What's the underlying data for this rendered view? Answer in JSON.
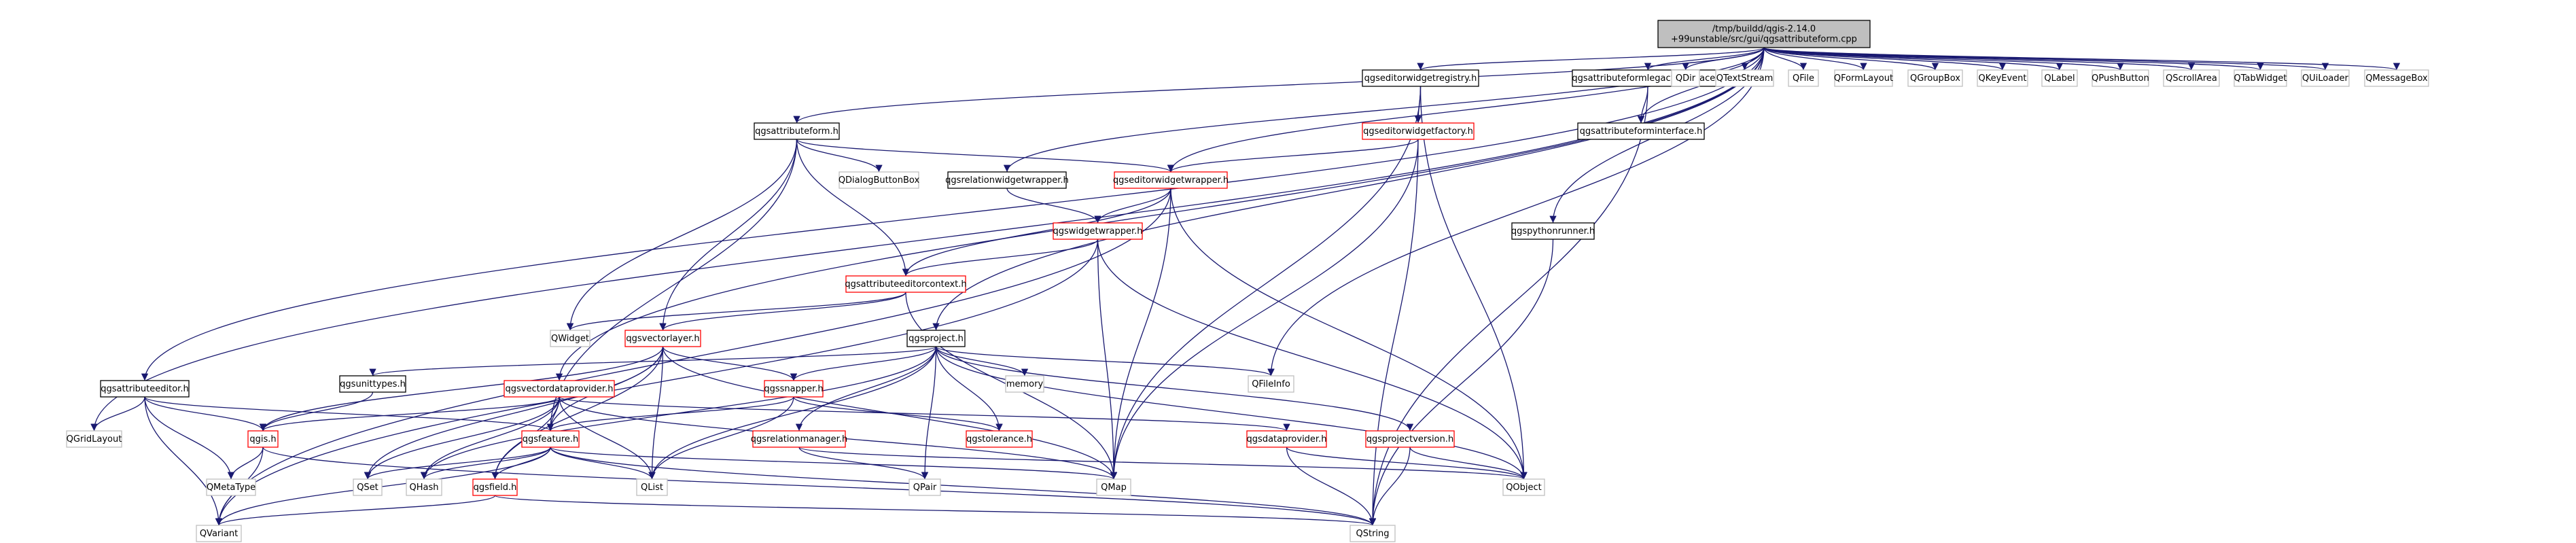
{
  "graph": {
    "root": "/tmp/buildd/qgis-2.14.0\n+99unstable/src/gui/qgsattributeform.cpp",
    "colors": {
      "edge": "#191970",
      "root_fill": "#bfbfbf",
      "root_border": "#000000",
      "documented_border": "#000000",
      "undocumented_border": "#ff0000",
      "external_border": "#bfbfbf",
      "text": "#000000"
    },
    "nodes": [
      {
        "id": "root",
        "label": "/tmp/buildd/qgis-2.14.0\n+99unstable/src/gui/qgsattributeform.cpp",
        "kind": "root"
      },
      {
        "id": "qgsattributeform_h",
        "label": "qgsattributeform.h",
        "kind": "documented"
      },
      {
        "id": "qgseditorwidgetregistry_h",
        "label": "qgseditorwidgetregistry.h",
        "kind": "documented"
      },
      {
        "id": "qgsattributeformlegacyinterface_h",
        "label": "qgsattributeformlegacyinterface.h",
        "kind": "documented"
      },
      {
        "id": "QDir",
        "label": "QDir",
        "kind": "external"
      },
      {
        "id": "QTextStream",
        "label": "QTextStream",
        "kind": "external"
      },
      {
        "id": "QFile",
        "label": "QFile",
        "kind": "external"
      },
      {
        "id": "QFormLayout",
        "label": "QFormLayout",
        "kind": "external"
      },
      {
        "id": "QGroupBox",
        "label": "QGroupBox",
        "kind": "external"
      },
      {
        "id": "QKeyEvent",
        "label": "QKeyEvent",
        "kind": "external"
      },
      {
        "id": "QLabel",
        "label": "QLabel",
        "kind": "external"
      },
      {
        "id": "QPushButton",
        "label": "QPushButton",
        "kind": "external"
      },
      {
        "id": "QScrollArea",
        "label": "QScrollArea",
        "kind": "external"
      },
      {
        "id": "QTabWidget",
        "label": "QTabWidget",
        "kind": "external"
      },
      {
        "id": "QUiLoader",
        "label": "QUiLoader",
        "kind": "external"
      },
      {
        "id": "QMessageBox",
        "label": "QMessageBox",
        "kind": "external"
      },
      {
        "id": "qgseditorwidgetfactory_h",
        "label": "qgseditorwidgetfactory.h",
        "kind": "undocumented"
      },
      {
        "id": "qgsattributeforminterface_h",
        "label": "qgsattributeforminterface.h",
        "kind": "documented"
      },
      {
        "id": "QDialogButtonBox",
        "label": "QDialogButtonBox",
        "kind": "external"
      },
      {
        "id": "qgsrelationwidgetwrapper_h",
        "label": "qgsrelationwidgetwrapper.h",
        "kind": "documented"
      },
      {
        "id": "qgseditorwidgetwrapper_h",
        "label": "qgseditorwidgetwrapper.h",
        "kind": "undocumented"
      },
      {
        "id": "qgswidgetwrapper_h",
        "label": "qgswidgetwrapper.h",
        "kind": "undocumented"
      },
      {
        "id": "qgspythonrunner_h",
        "label": "qgspythonrunner.h",
        "kind": "documented"
      },
      {
        "id": "qgsattributeeditorcontext_h",
        "label": "qgsattributeeditorcontext.h",
        "kind": "undocumented"
      },
      {
        "id": "QWidget",
        "label": "QWidget",
        "kind": "external"
      },
      {
        "id": "qgsvectorlayer_h",
        "label": "qgsvectorlayer.h",
        "kind": "undocumented"
      },
      {
        "id": "qgsproject_h",
        "label": "qgsproject.h",
        "kind": "documented"
      },
      {
        "id": "qgsunittypes_h",
        "label": "qgsunittypes.h",
        "kind": "documented"
      },
      {
        "id": "memory",
        "label": "memory",
        "kind": "external"
      },
      {
        "id": "QFileInfo",
        "label": "QFileInfo",
        "kind": "external"
      },
      {
        "id": "qgsattributeeditor_h",
        "label": "qgsattributeeditor.h",
        "kind": "documented"
      },
      {
        "id": "qgsvectordataprovider_h",
        "label": "qgsvectordataprovider.h",
        "kind": "undocumented"
      },
      {
        "id": "qgssnapper_h",
        "label": "qgssnapper.h",
        "kind": "undocumented"
      },
      {
        "id": "QGridLayout",
        "label": "QGridLayout",
        "kind": "external"
      },
      {
        "id": "qgis_h",
        "label": "qgis.h",
        "kind": "undocumented"
      },
      {
        "id": "qgsfeature_h",
        "label": "qgsfeature.h",
        "kind": "undocumented"
      },
      {
        "id": "qgsrelationmanager_h",
        "label": "qgsrelationmanager.h",
        "kind": "undocumented"
      },
      {
        "id": "qgstolerance_h",
        "label": "qgstolerance.h",
        "kind": "undocumented"
      },
      {
        "id": "qgsdataprovider_h",
        "label": "qgsdataprovider.h",
        "kind": "undocumented"
      },
      {
        "id": "qgsprojectversion_h",
        "label": "qgsprojectversion.h",
        "kind": "undocumented"
      },
      {
        "id": "QMetaType",
        "label": "QMetaType",
        "kind": "external"
      },
      {
        "id": "QSet",
        "label": "QSet",
        "kind": "external"
      },
      {
        "id": "QHash",
        "label": "QHash",
        "kind": "external"
      },
      {
        "id": "qgsfield_h",
        "label": "qgsfield.h",
        "kind": "undocumented"
      },
      {
        "id": "QList",
        "label": "QList",
        "kind": "external"
      },
      {
        "id": "QPair",
        "label": "QPair",
        "kind": "external"
      },
      {
        "id": "QMap",
        "label": "QMap",
        "kind": "external"
      },
      {
        "id": "QObject",
        "label": "QObject",
        "kind": "external"
      },
      {
        "id": "QVariant",
        "label": "QVariant",
        "kind": "external"
      },
      {
        "id": "QString",
        "label": "QString",
        "kind": "external"
      }
    ],
    "edges": [
      [
        "root",
        "qgsattributeform_h"
      ],
      [
        "root",
        "qgseditorwidgetregistry_h"
      ],
      [
        "root",
        "qgsattributeformlegacyinterface_h"
      ],
      [
        "root",
        "QDir"
      ],
      [
        "root",
        "QTextStream"
      ],
      [
        "root",
        "QFile"
      ],
      [
        "root",
        "QFormLayout"
      ],
      [
        "root",
        "QGroupBox"
      ],
      [
        "root",
        "QKeyEvent"
      ],
      [
        "root",
        "QLabel"
      ],
      [
        "root",
        "QPushButton"
      ],
      [
        "root",
        "QScrollArea"
      ],
      [
        "root",
        "QTabWidget"
      ],
      [
        "root",
        "QUiLoader"
      ],
      [
        "root",
        "QMessageBox"
      ],
      [
        "root",
        "qgsrelationwidgetwrapper_h"
      ],
      [
        "root",
        "qgseditorwidgetwrapper_h"
      ],
      [
        "root",
        "qgspythonrunner_h"
      ],
      [
        "root",
        "qgsproject_h"
      ],
      [
        "root",
        "QFileInfo"
      ],
      [
        "root",
        "qgsattributeeditor_h"
      ],
      [
        "root",
        "qgsvectordataprovider_h"
      ],
      [
        "root",
        "QGridLayout"
      ],
      [
        "root",
        "qgsattributeforminterface_h"
      ],
      [
        "qgsattributeform_h",
        "qgseditorwidgetwrapper_h"
      ],
      [
        "qgsattributeform_h",
        "QDialogButtonBox"
      ],
      [
        "qgsattributeform_h",
        "qgsattributeeditorcontext_h"
      ],
      [
        "qgsattributeform_h",
        "QWidget"
      ],
      [
        "qgsattributeform_h",
        "qgsvectorlayer_h"
      ],
      [
        "qgsattributeform_h",
        "qgsfeature_h"
      ],
      [
        "qgseditorwidgetregistry_h",
        "qgseditorwidgetfactory_h"
      ],
      [
        "qgseditorwidgetregistry_h",
        "QObject"
      ],
      [
        "qgseditorwidgetregistry_h",
        "QMap"
      ],
      [
        "qgsattributeformlegacyinterface_h",
        "qgsattributeforminterface_h"
      ],
      [
        "qgsattributeformlegacyinterface_h",
        "QString"
      ],
      [
        "qgseditorwidgetfactory_h",
        "qgseditorwidgetwrapper_h"
      ],
      [
        "qgseditorwidgetfactory_h",
        "QString"
      ],
      [
        "qgseditorwidgetfactory_h",
        "QMap"
      ],
      [
        "qgsrelationwidgetwrapper_h",
        "qgswidgetwrapper_h"
      ],
      [
        "qgseditorwidgetwrapper_h",
        "qgswidgetwrapper_h"
      ],
      [
        "qgseditorwidgetwrapper_h",
        "QObject"
      ],
      [
        "qgseditorwidgetwrapper_h",
        "QMap"
      ],
      [
        "qgseditorwidgetwrapper_h",
        "QVariant"
      ],
      [
        "qgseditorwidgetwrapper_h",
        "qgsattributeeditorcontext_h"
      ],
      [
        "qgswidgetwrapper_h",
        "qgsattributeeditorcontext_h"
      ],
      [
        "qgswidgetwrapper_h",
        "QMap"
      ],
      [
        "qgswidgetwrapper_h",
        "QObject"
      ],
      [
        "qgswidgetwrapper_h",
        "QVariant"
      ],
      [
        "qgspythonrunner_h",
        "QString"
      ],
      [
        "qgsattributeeditorcontext_h",
        "qgsvectorlayer_h"
      ],
      [
        "qgsattributeeditorcontext_h",
        "QMap"
      ],
      [
        "qgsattributeeditorcontext_h",
        "QWidget"
      ],
      [
        "qgsvectorlayer_h",
        "qgssnapper_h"
      ],
      [
        "qgsvectorlayer_h",
        "qgsfeature_h"
      ],
      [
        "qgsvectorlayer_h",
        "QSet"
      ],
      [
        "qgsvectorlayer_h",
        "QList"
      ],
      [
        "qgsvectorlayer_h",
        "qgis_h"
      ],
      [
        "qgsvectorlayer_h",
        "qgsfield_h"
      ],
      [
        "qgsvectorlayer_h",
        "QMap"
      ],
      [
        "qgsproject_h",
        "qgsunittypes_h"
      ],
      [
        "qgsproject_h",
        "memory"
      ],
      [
        "qgsproject_h",
        "QFileInfo"
      ],
      [
        "qgsproject_h",
        "qgssnapper_h"
      ],
      [
        "qgsproject_h",
        "qgstolerance_h"
      ],
      [
        "qgsproject_h",
        "qgsrelationmanager_h"
      ],
      [
        "qgsproject_h",
        "qgsprojectversion_h"
      ],
      [
        "qgsproject_h",
        "QObject"
      ],
      [
        "qgsproject_h",
        "QHash"
      ],
      [
        "qgsproject_h",
        "QList"
      ],
      [
        "qgsproject_h",
        "QPair"
      ],
      [
        "qgsunittypes_h",
        "qgis_h"
      ],
      [
        "qgsattributeeditor_h",
        "QGridLayout"
      ],
      [
        "qgsattributeeditor_h",
        "QMetaType"
      ],
      [
        "qgsattributeeditor_h",
        "QVariant"
      ],
      [
        "qgsattributeeditor_h",
        "qgis_h"
      ],
      [
        "qgsattributeeditor_h",
        "qgsfeature_h"
      ],
      [
        "qgsvectordataprovider_h",
        "qgsfeature_h"
      ],
      [
        "qgsvectordataprovider_h",
        "qgsdataprovider_h"
      ],
      [
        "qgsvectordataprovider_h",
        "QSet"
      ],
      [
        "qgsvectordataprovider_h",
        "QHash"
      ],
      [
        "qgsvectordataprovider_h",
        "QList"
      ],
      [
        "qgsvectordataprovider_h",
        "qgsfield_h"
      ],
      [
        "qgsvectordataprovider_h",
        "qgis_h"
      ],
      [
        "qgsvectordataprovider_h",
        "QMap"
      ],
      [
        "qgssnapper_h",
        "qgsfeature_h"
      ],
      [
        "qgssnapper_h",
        "QList"
      ],
      [
        "qgssnapper_h",
        "qgstolerance_h"
      ],
      [
        "qgis_h",
        "QMetaType"
      ],
      [
        "qgis_h",
        "QVariant"
      ],
      [
        "qgis_h",
        "QString"
      ],
      [
        "qgsfeature_h",
        "QSet"
      ],
      [
        "qgsfeature_h",
        "QHash"
      ],
      [
        "qgsfeature_h",
        "QList"
      ],
      [
        "qgsfeature_h",
        "QMap"
      ],
      [
        "qgsfeature_h",
        "qgsfield_h"
      ],
      [
        "qgsfeature_h",
        "QVariant"
      ],
      [
        "qgsfeature_h",
        "QString"
      ],
      [
        "qgsrelationmanager_h",
        "QPair"
      ],
      [
        "qgsrelationmanager_h",
        "QObject"
      ],
      [
        "qgsdataprovider_h",
        "QObject"
      ],
      [
        "qgsdataprovider_h",
        "QString"
      ],
      [
        "qgsprojectversion_h",
        "QString"
      ],
      [
        "qgsprojectversion_h",
        "QObject"
      ],
      [
        "qgsfield_h",
        "QString"
      ],
      [
        "qgsfield_h",
        "QVariant"
      ]
    ]
  }
}
